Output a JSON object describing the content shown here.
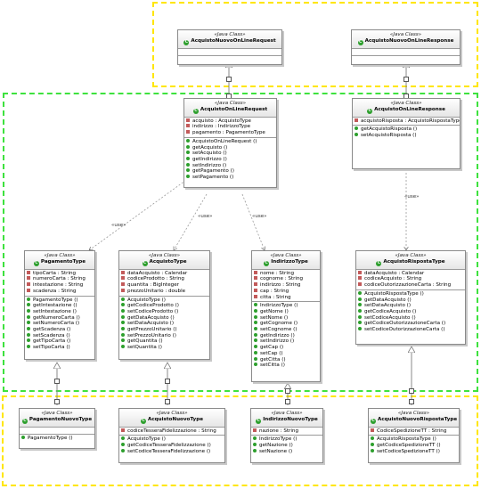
{
  "stereotype": "«Java Class»",
  "use_label": "«use»",
  "classes": {
    "req": {
      "name": "AcquistoNuovoOnLineRequest",
      "fields": [],
      "methods": []
    },
    "resp": {
      "name": "AcquistoNuovoOnLineResponse",
      "fields": [],
      "methods": []
    },
    "olreq": {
      "name": "AcquistoOnLineRequest",
      "fields": [
        "acquisto : AcquistoType",
        "indirizzo : IndirizzoType",
        "pagamento : PagamentoType"
      ],
      "methods": [
        "AcquistoOnLineRequest ()",
        "getAcquisto ()",
        "setAcquisto ()",
        "getIndirizzo ()",
        "setIndirizzo ()",
        "getPagamento ()",
        "setPagamento ()"
      ]
    },
    "olresp": {
      "name": "AcquistoOnLineResponse",
      "fields": [
        "acquistoRisposta : AcquistoRispostaType"
      ],
      "methods": [
        "getAcquistoRisposta ()",
        "setAcquistoRisposta ()"
      ]
    },
    "pag": {
      "name": "PagamentoType",
      "fields": [
        "tipoCarta : String",
        "numeroCarta : String",
        "intestazione : String",
        "scadenza : String"
      ],
      "methods": [
        "PagamentoType ()",
        "getIntestazione ()",
        "setIntestazione ()",
        "getNumeroCarta ()",
        "setNumeroCarta ()",
        "getScadenza ()",
        "setScadenza ()",
        "getTipoCarta ()",
        "setTipoCarta ()"
      ]
    },
    "acq": {
      "name": "AcquistoType",
      "fields": [
        "dataAcquisto : Calendar",
        "codiceProdotto : String",
        "quantita : BigInteger",
        "prezzoUnitario : double"
      ],
      "methods": [
        "AcquistoType ()",
        "getCodiceProdotto ()",
        "setCodiceProdotto ()",
        "getDataAcquisto ()",
        "setDataAcquisto ()",
        "getPrezzoUnitario ()",
        "setPrezzoUnitario ()",
        "getQuantita ()",
        "setQuantita ()"
      ]
    },
    "ind": {
      "name": "IndirizzoType",
      "fields": [
        "nome : String",
        "cognome : String",
        "indirizzo : String",
        "cap : String",
        "citta : String"
      ],
      "methods": [
        "IndirizzoType ()",
        "getNome ()",
        "setNome ()",
        "getCognome ()",
        "setCognome ()",
        "getIndirizzo ()",
        "setIndirizzo ()",
        "getCap ()",
        "setCap ()",
        "getCitta ()",
        "setCitta ()"
      ]
    },
    "ris": {
      "name": "AcquistoRispostaType",
      "fields": [
        "dataAcquisto : Calendar",
        "codiceAcquisto : String",
        "codiceOutorizzazioneCarta : String"
      ],
      "methods": [
        "AcquistoRispostaType ()",
        "getDataAcquisto ()",
        "setDataAcquisto ()",
        "getCodiceAcquisto ()",
        "setCodiceAcquisto ()",
        "getCodiceOutorizzazioneCarta ()",
        "setCodiceOutorizzazioneCarta ()"
      ]
    },
    "pagn": {
      "name": "PagamentoNuovoType",
      "fields": [],
      "methods": [
        "PagamentoType ()"
      ]
    },
    "acqn": {
      "name": "AcquistoNuovoType",
      "fields": [
        "codiceTesseraFidelizzazione : String"
      ],
      "methods": [
        "AcquistoType ()",
        "getCodiceTesseraFidelizzazione ()",
        "setCodiceTesseraFidelizzazione ()"
      ]
    },
    "indn": {
      "name": "IndirizzoNuovoType",
      "fields": [
        "nazione : String"
      ],
      "methods": [
        "IndirizzoType ()",
        "getNazione ()",
        "setNazione ()"
      ]
    },
    "risn": {
      "name": "AcquistoNuovoRispostaType",
      "fields": [
        "CodiceSpedizioneTT : String"
      ],
      "methods": [
        "AcquistoRispostaType ()",
        "getCodiceSpedizioneTT ()",
        "setCodiceSpedizioneTT ()"
      ]
    }
  }
}
